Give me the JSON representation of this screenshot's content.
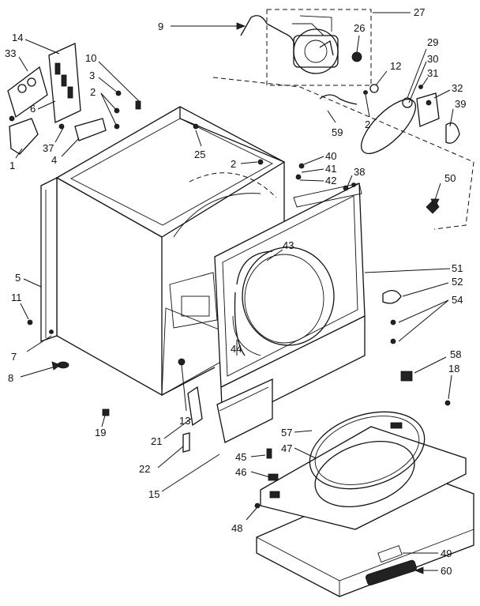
{
  "callouts": [
    {
      "n": "1"
    },
    {
      "n": "2"
    },
    {
      "n": "2"
    },
    {
      "n": "2"
    },
    {
      "n": "3"
    },
    {
      "n": "4"
    },
    {
      "n": "5"
    },
    {
      "n": "6"
    },
    {
      "n": "7"
    },
    {
      "n": "8"
    },
    {
      "n": "9"
    },
    {
      "n": "10"
    },
    {
      "n": "11"
    },
    {
      "n": "12"
    },
    {
      "n": "13"
    },
    {
      "n": "14"
    },
    {
      "n": "15"
    },
    {
      "n": "18"
    },
    {
      "n": "19"
    },
    {
      "n": "21"
    },
    {
      "n": "22"
    },
    {
      "n": "25"
    },
    {
      "n": "26"
    },
    {
      "n": "27"
    },
    {
      "n": "29"
    },
    {
      "n": "30"
    },
    {
      "n": "31"
    },
    {
      "n": "32"
    },
    {
      "n": "33"
    },
    {
      "n": "37"
    },
    {
      "n": "38"
    },
    {
      "n": "39"
    },
    {
      "n": "40"
    },
    {
      "n": "41"
    },
    {
      "n": "42"
    },
    {
      "n": "43"
    },
    {
      "n": "44"
    },
    {
      "n": "45"
    },
    {
      "n": "46"
    },
    {
      "n": "47"
    },
    {
      "n": "48"
    },
    {
      "n": "49"
    },
    {
      "n": "50"
    },
    {
      "n": "51"
    },
    {
      "n": "52"
    },
    {
      "n": "54"
    },
    {
      "n": "57"
    },
    {
      "n": "58"
    },
    {
      "n": "59"
    },
    {
      "n": "60"
    }
  ]
}
